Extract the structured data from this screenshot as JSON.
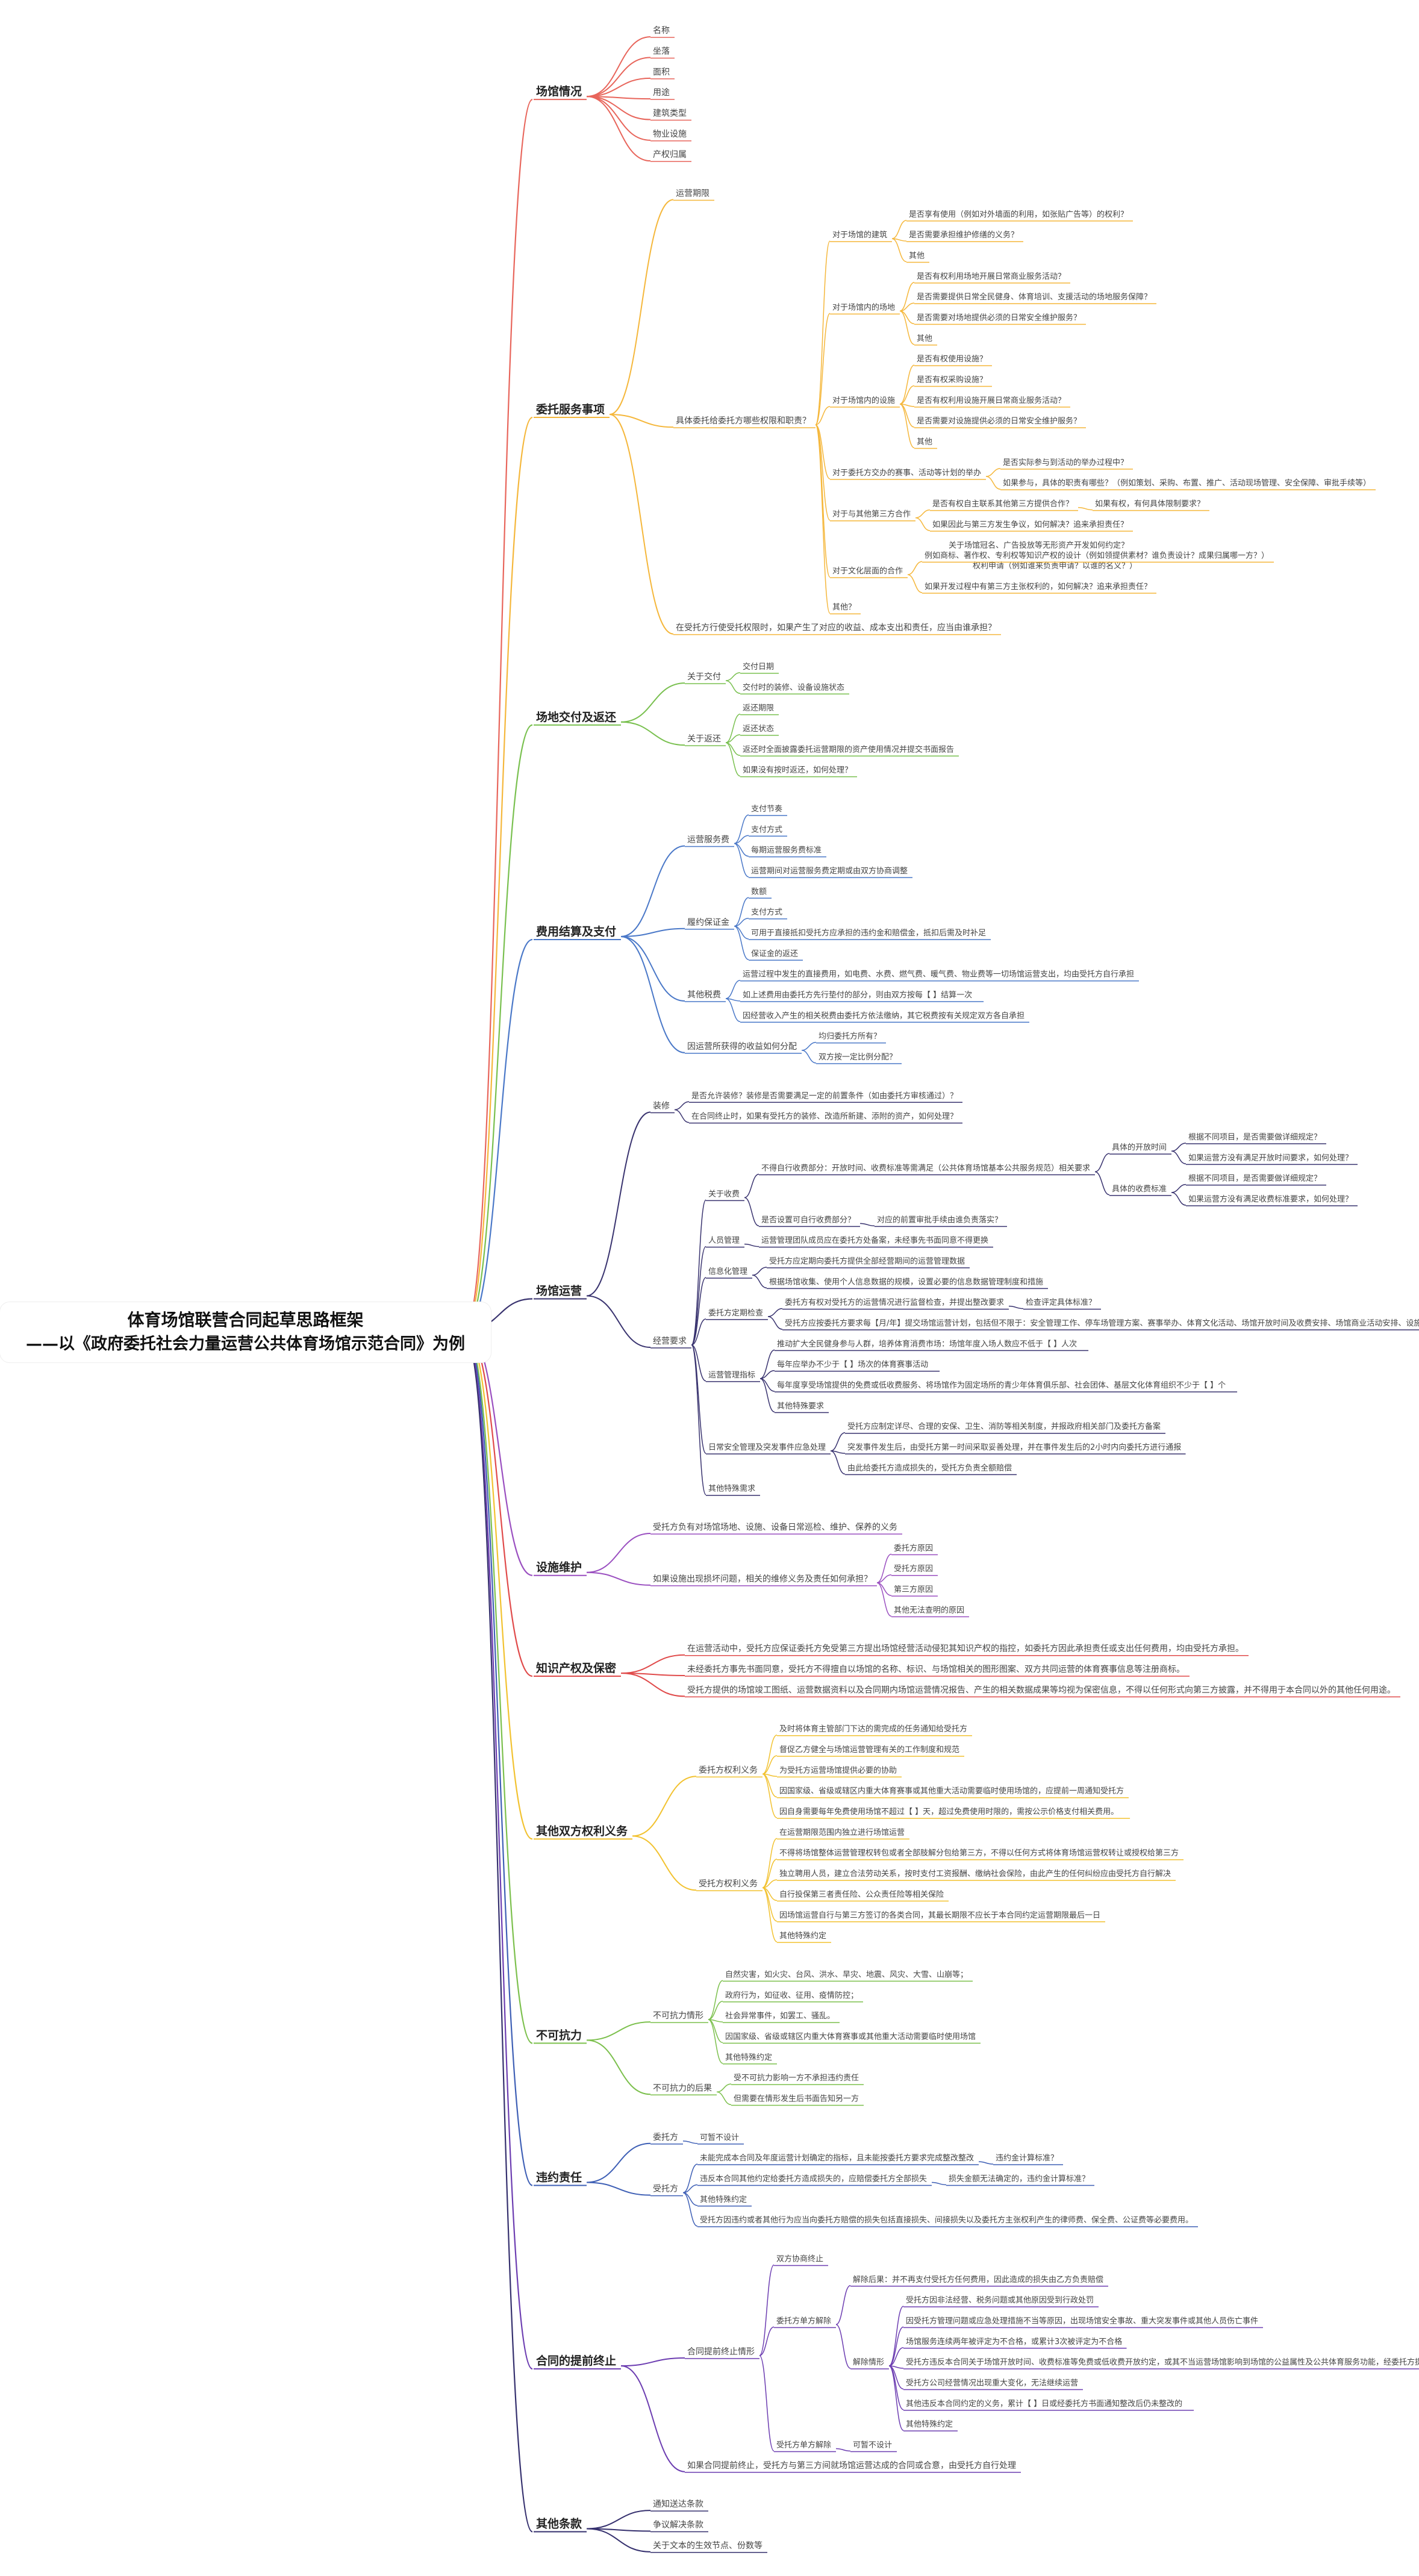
{
  "root": {
    "title": "体育场馆联营合同起草思路框架",
    "subtitle": "——以《政府委托社会力量运营公共体育场馆示范合同》为例"
  },
  "colors": {
    "red": "#e8655b",
    "orange": "#f5b73b",
    "green": "#79c04f",
    "blue": "#4a78c8",
    "purple": "#35306e",
    "violet": "#9a4fc0",
    "crimson": "#e04a4a",
    "yellow": "#f2c230",
    "lime": "#7cc04d",
    "darkblue": "#3e5fb5",
    "deepviolet": "#6c3db1",
    "navy": "#39336f"
  },
  "branches": [
    {
      "label": "场馆情况",
      "color": "red",
      "children": [
        {
          "label": "名称"
        },
        {
          "label": "坐落"
        },
        {
          "label": "面积"
        },
        {
          "label": "用途"
        },
        {
          "label": "建筑类型"
        },
        {
          "label": "物业设施"
        },
        {
          "label": "产权归属"
        }
      ]
    },
    {
      "label": "委托服务事项",
      "color": "orange",
      "children": [
        {
          "label": "运营期限"
        },
        {
          "label": "具体委托给委托方哪些权限和职责？",
          "children": [
            {
              "label": "对于场馆的建筑",
              "children": [
                {
                  "label": "是否享有使用（例如对外墙面的利用，如张贴广告等）的权利？"
                },
                {
                  "label": "是否需要承担维护修缮的义务？"
                },
                {
                  "label": "其他"
                }
              ]
            },
            {
              "label": "对于场馆内的场地",
              "children": [
                {
                  "label": "是否有权利用场地开展日常商业服务活动？"
                },
                {
                  "label": "是否需要提供日常全民健身、体育培训、支援活动的场地服务保障？"
                },
                {
                  "label": "是否需要对场地提供必须的日常安全维护服务？"
                },
                {
                  "label": "其他"
                }
              ]
            },
            {
              "label": "对于场馆内的设施",
              "children": [
                {
                  "label": "是否有权使用设施？"
                },
                {
                  "label": "是否有权采购设施？"
                },
                {
                  "label": "是否有权利用设施开展日常商业服务活动？"
                },
                {
                  "label": "是否需要对设施提供必须的日常安全维护服务？"
                },
                {
                  "label": "其他"
                }
              ]
            },
            {
              "label": "对于委托方交办的赛事、活动等计划的举办",
              "children": [
                {
                  "label": "是否实际参与到活动的举办过程中？"
                },
                {
                  "label": "如果参与，具体的职责有哪些？（例如策划、采购、布置、推广、活动现场管理、安全保障、审批手续等）"
                }
              ]
            },
            {
              "label": "对于与其他第三方合作",
              "children": [
                {
                  "label": "是否有权自主联系其他第三方提供合作？",
                  "children": [
                    {
                      "label": "如果有权，有何具体限制要求？"
                    }
                  ]
                },
                {
                  "label": "如果因此与第三方发生争议，如何解决？追来承担责任？"
                }
              ]
            },
            {
              "label": "对于文化层面的合作",
              "children": [
                {
                  "label": "例如商标、著作权、专利权等知识产权的设计（例如领提供素材？谁负责设计？成果归属哪一方？）",
                  "line2": "关于场馆冠名、广告投放等无形资产开发如何约定？",
                  "line3": "权利申请（例如谁来负责申请？以谁的名义？）"
                },
                {
                  "label": "如果开发过程中有第三方主张权利的，如何解决？追来承担责任？"
                }
              ]
            },
            {
              "label": "其他？"
            }
          ]
        },
        {
          "label": "在受托方行使受托权限时，如果产生了对应的收益、成本支出和责任，应当由谁承担？"
        }
      ]
    },
    {
      "label": "场地交付及返还",
      "color": "green",
      "children": [
        {
          "label": "关于交付",
          "children": [
            {
              "label": "交付日期"
            },
            {
              "label": "交付时的装修、设备设施状态"
            }
          ]
        },
        {
          "label": "关于返还",
          "children": [
            {
              "label": "返还期限"
            },
            {
              "label": "返还状态"
            },
            {
              "label": "返还时全面披露委托运营期限的资产使用情况并提交书面报告"
            },
            {
              "label": "如果没有按时返还，如何处理？"
            }
          ]
        }
      ]
    },
    {
      "label": "费用结算及支付",
      "color": "blue",
      "children": [
        {
          "label": "运营服务费",
          "children": [
            {
              "label": "支付节奏"
            },
            {
              "label": "支付方式"
            },
            {
              "label": "每期运营服务费标准"
            },
            {
              "label": "运营期间对运营服务费定期或由双方协商调整"
            }
          ]
        },
        {
          "label": "履约保证金",
          "children": [
            {
              "label": "数额"
            },
            {
              "label": "支付方式"
            },
            {
              "label": "可用于直接抵扣受托方应承担的违约金和赔偿金，抵扣后需及时补足"
            },
            {
              "label": "保证金的返还"
            }
          ]
        },
        {
          "label": "其他税费",
          "children": [
            {
              "label": "运营过程中发生的直接费用，如电费、水费、燃气费、暖气费、物业费等一切场馆运营支出，均由受托方自行承担"
            },
            {
              "label": "如上述费用由委托方先行垫付的部分，则由双方按每【  】结算一次"
            },
            {
              "label": "因经营收入产生的相关税费由委托方依法缴纳，其它税费按有关规定双方各自承担"
            }
          ]
        },
        {
          "label": "因运营所获得的收益如何分配",
          "children": [
            {
              "label": "均归委托方所有？"
            },
            {
              "label": "双方按一定比例分配？"
            }
          ]
        }
      ]
    },
    {
      "label": "场馆运营",
      "color": "navy",
      "children": [
        {
          "label": "装修",
          "children": [
            {
              "label": "是否允许装修？装修是否需要满足一定的前置条件（如由委托方审核通过）？"
            },
            {
              "label": "在合同终止时，如果有受托方的装修、改造所新建、添附的资产，如何处理？"
            }
          ]
        },
        {
          "label": "经营要求",
          "children": [
            {
              "label": "关于收费",
              "children": [
                {
                  "label": "不得自行收费部分：开放时间、收费标准等需满足（公共体育场馆基本公共服务规范）相关要求",
                  "children": [
                    {
                      "label": "具体的开放时间",
                      "children": [
                        {
                          "label": "根据不同项目，是否需要做详细规定？"
                        },
                        {
                          "label": "如果运营方没有满足开放时间要求，如何处理？"
                        }
                      ]
                    },
                    {
                      "label": "具体的收费标准",
                      "children": [
                        {
                          "label": "根据不同项目，是否需要做详细规定？"
                        },
                        {
                          "label": "如果运营方没有满足收费标准要求，如何处理？"
                        }
                      ]
                    }
                  ]
                },
                {
                  "label": "是否设置可自行收费部分？",
                  "children": [
                    {
                      "label": "对应的前置审批手续由谁负责落实？"
                    }
                  ]
                }
              ]
            },
            {
              "label": "人员管理",
              "children": [
                {
                  "label": "运营管理团队成员应在委托方处备案，未经事先书面同意不得更换"
                }
              ]
            },
            {
              "label": "信息化管理",
              "children": [
                {
                  "label": "受托方应定期向委托方提供全部经营期间的运营管理数据"
                },
                {
                  "label": "根据场馆收集、使用个人信息数据的规模，设置必要的信息数据管理制度和措施"
                }
              ]
            },
            {
              "label": "委托方定期检查",
              "children": [
                {
                  "label": "委托方有权对受托方的运营情况进行监督检查，并提出整改要求",
                  "children": [
                    {
                      "label": "检查评定具体标准？"
                    }
                  ]
                },
                {
                  "label": "受托方应按委托方要求每【月/年】提交场馆运营计划，包括但不限于：安全管理工作、停车场管理方案、赛事举办、体育文化活动、场馆开放时间及收费安排、场馆商业活动安排、设施维护更新改造、人员安排"
                }
              ]
            },
            {
              "label": "运营管理指标",
              "children": [
                {
                  "label": "推动扩大全民健身参与人群，培养体育消费市场：场馆年度入场人数应不低于【  】人次"
                },
                {
                  "label": "每年应举办不少于【  】场次的体育赛事活动"
                },
                {
                  "label": "每年度享受场馆提供的免费或低收费服务、将场馆作为固定场所的青少年体育俱乐部、社会团体、基层文化体育组织不少于【  】个"
                },
                {
                  "label": "其他特殊要求"
                }
              ]
            },
            {
              "label": "日常安全管理及突发事件应急处理",
              "children": [
                {
                  "label": "受托方应制定详尽、合理的安保、卫生、消防等相关制度，并报政府相关部门及委托方备案"
                },
                {
                  "label": "突发事件发生后，由受托方第一时间采取妥善处理，并在事件发生后的2小时内向委托方进行通报"
                },
                {
                  "label": "由此给委托方造成损失的，受托方负责全额赔偿"
                }
              ]
            },
            {
              "label": "其他特殊需求"
            }
          ]
        }
      ]
    },
    {
      "label": "设施维护",
      "color": "violet",
      "children": [
        {
          "label": "受托方负有对场馆场地、设施、设备日常巡检、维护、保养的义务"
        },
        {
          "label": "如果设施出现损坏问题，相关的维修义务及责任如何承担？",
          "children": [
            {
              "label": "委托方原因"
            },
            {
              "label": "受托方原因"
            },
            {
              "label": "第三方原因"
            },
            {
              "label": "其他无法查明的原因"
            }
          ]
        }
      ]
    },
    {
      "label": "知识产权及保密",
      "color": "crimson",
      "children": [
        {
          "label": "在运营活动中，受托方应保证委托方免受第三方提出场馆经营活动侵犯其知识产权的指控，如委托方因此承担责任或支出任何费用，均由受托方承担。"
        },
        {
          "label": "未经委托方事先书面同意，受托方不得擅自以场馆的名称、标识、与场馆相关的图形图案、双方共同运营的体育赛事信息等注册商标。"
        },
        {
          "label": "受托方提供的场馆竣工图纸、运营数据资料以及合同期内场馆运营情况报告、产生的相关数据成果等均视为保密信息，不得以任何形式向第三方披露，并不得用于本合同以外的其他任何用途。"
        }
      ]
    },
    {
      "label": "其他双方权利义务",
      "color": "yellow",
      "children": [
        {
          "label": "委托方权利义务",
          "children": [
            {
              "label": "及时将体育主管部门下达的需完成的任务通知给受托方"
            },
            {
              "label": "督促乙方健全与场馆运营管理有关的工作制度和规范"
            },
            {
              "label": "为受托方运营场馆提供必要的协助"
            },
            {
              "label": "因国家级、省级或辖区内重大体育赛事或其他重大活动需要临时使用场馆的，应提前一周通知受托方"
            },
            {
              "label": "因自身需要每年免费使用场馆不超过【  】天，超过免费使用时限的，需按公示价格支付相关费用。"
            }
          ]
        },
        {
          "label": "受托方权利义务",
          "children": [
            {
              "label": "在运营期限范围内独立进行场馆运营"
            },
            {
              "label": "不得将场馆整体运营管理权转包或者全部肢解分包给第三方，不得以任何方式将体育场馆运营权转让或授权给第三方"
            },
            {
              "label": "独立聘用人员，建立合法劳动关系，按时支付工资报酬、缴纳社会保险，由此产生的任何纠纷应由受托方自行解决"
            },
            {
              "label": "自行投保第三者责任险、公众责任险等相关保险"
            },
            {
              "label": "因场馆运营自行与第三方签订的各类合同，其最长期限不应长于本合同约定运营期限最后一日"
            },
            {
              "label": "其他特殊约定"
            }
          ]
        }
      ]
    },
    {
      "label": "不可抗力",
      "color": "lime",
      "children": [
        {
          "label": "不可抗力情形",
          "children": [
            {
              "label": "自然灾害，如火灾、台风、洪水、旱灾、地震、风灾、大雪、山崩等；"
            },
            {
              "label": "政府行为，如征收、征用、疫情防控；"
            },
            {
              "label": "社会异常事件，如罢工、骚乱。"
            },
            {
              "label": "因国家级、省级或辖区内重大体育赛事或其他重大活动需要临时使用场馆"
            },
            {
              "label": "其他特殊约定"
            }
          ]
        },
        {
          "label": "不可抗力的后果",
          "children": [
            {
              "label": "受不可抗力影响一方不承担违约责任"
            },
            {
              "label": "但需要在情形发生后书面告知另一方"
            }
          ]
        }
      ]
    },
    {
      "label": "违约责任",
      "color": "darkblue",
      "children": [
        {
          "label": "委托方",
          "children": [
            {
              "label": "可暂不设计"
            }
          ]
        },
        {
          "label": "受托方",
          "children": [
            {
              "label": "未能完成本合同及年度运营计划确定的指标，且未能按委托方要求完成整改整改",
              "children": [
                {
                  "label": "违约金计算标准？"
                }
              ]
            },
            {
              "label": "违反本合同其他约定给委托方造成损失的，应赔偿委托方全部损失",
              "children": [
                {
                  "label": "损失金额无法确定的，违约金计算标准？"
                }
              ]
            },
            {
              "label": "其他特殊约定"
            },
            {
              "label": "受托方因违约或者其他行为应当向委托方赔偿的损失包括直接损失、间接损失以及委托方主张权利产生的律师费、保全费、公证费等必要费用。"
            }
          ]
        }
      ]
    },
    {
      "label": "合同的提前终止",
      "color": "deepviolet",
      "children": [
        {
          "label": "合同提前终止情形",
          "children": [
            {
              "label": "双方协商终止"
            },
            {
              "label": "委托方单方解除",
              "children": [
                {
                  "label": "解除后果：并不再支付受托方任何费用，因此造成的损失由乙方负责赔偿"
                },
                {
                  "label": "解除情形",
                  "children": [
                    {
                      "label": "受托方因非法经营、税务问题或其他原因受到行政处罚"
                    },
                    {
                      "label": "因受托方管理问题或应急处理措施不当等原因，出现场馆安全事故、重大突发事件或其他人员伤亡事件"
                    },
                    {
                      "label": "场馆服务连续两年被评定为不合格，或累计3次被评定为不合格"
                    },
                    {
                      "label": "受托方违反本合同关于场馆开放时间、收费标准等免费或低收费开放约定，或其不当运营场馆影响到场馆的公益属性及公共体育服务功能，经委托方提出整改意见后未能及时完成整改"
                    },
                    {
                      "label": "受托方公司经营情况出现重大变化，无法继续运营"
                    },
                    {
                      "label": "其他违反本合同约定的义务，累计【  】日或经委托方书面通知整改后仍未整改的"
                    },
                    {
                      "label": "其他特殊约定"
                    }
                  ]
                }
              ]
            },
            {
              "label": "受托方单方解除",
              "children": [
                {
                  "label": "可暂不设计"
                }
              ]
            }
          ]
        },
        {
          "label": "如果合同提前终止，受托方与第三方间就场馆运营达成的合同或合意，由受托方自行处理"
        }
      ]
    },
    {
      "label": "其他条款",
      "color": "purple",
      "children": [
        {
          "label": "通知送达条款"
        },
        {
          "label": "争议解决条款"
        },
        {
          "label": "关于文本的生效节点、份数等"
        }
      ]
    }
  ]
}
